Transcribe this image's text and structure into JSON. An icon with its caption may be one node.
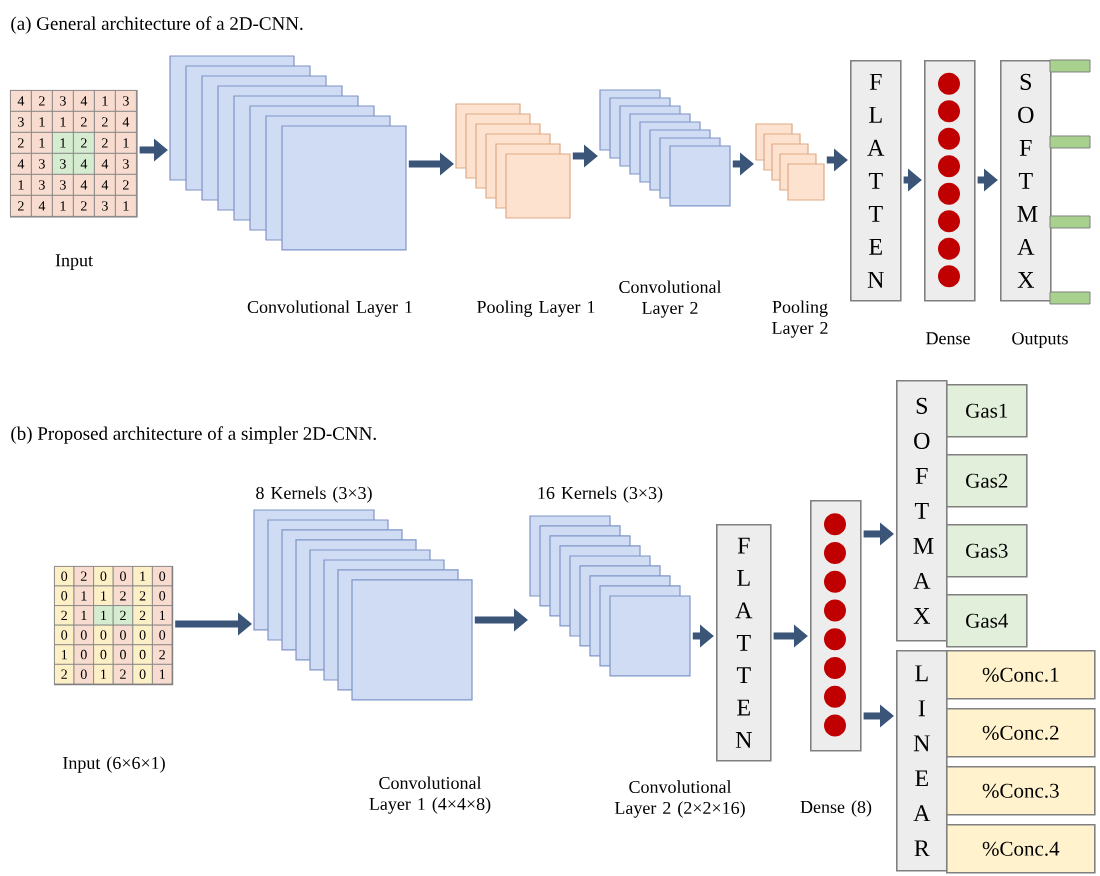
{
  "diagram": {
    "nodes": [
      {
        "text": [],
        "shape": "box",
        "beside": [
          "Input"
        ]
      },
      {
        "text": [],
        "shape": "box",
        "beside": [
          "Convolutional Layer 1"
        ]
      },
      {
        "text": [],
        "shape": "box"
      },
      {
        "text": [],
        "shape": "box"
      },
      {
        "text": [],
        "shape": "box"
      },
      {
        "text": [
          "F L A T T E N"
        ]
      },
      {
        "text": [],
        "shape": "box",
        "beside": [
          "Dense"
        ]
      },
      {
        "text": [
          "S O F T M A X"
        ],
        "beside": [
          "Outputs"
        ]
      },
      {
        "text": [],
        "shape": "box",
        "beside": [
          "Input (6×6×1)"
        ]
      },
      {
        "text": [],
        "shape": "box",
        "beside": [
          "8 Kernels (3×3)"
        ]
      },
      {
        "text": [],
        "shape": "box",
        "beside": [
          "16 Kernels (3×3)"
        ]
      },
      {
        "text": [
          "F L A T T E N"
        ]
      },
      {
        "text": [],
        "shape": "box"
      },
      {
        "text": [
          "S O F T M A X"
        ]
      },
      {
        "text": [
          "Gas1"
        ]
      },
      {
        "text": [
          "Gas2"
        ]
      },
      {
        "text": [
          "Gas3"
        ]
      },
      {
        "text": [
          "Gas4"
        ]
      },
      {
        "text": [
          "L I N E A R"
        ]
      },
      {
        "text": [
          "%Conc.1"
        ]
      },
      {
        "text": [
          "%Conc.2"
        ]
      },
      {
        "text": [
          "%Conc.3"
        ]
      },
      {
        "text": [
          "%Conc.4"
        ]
      }
    ],
    "edges": [
      {
        "from": 0,
        "to": 1,
        "arrow": "to"
      },
      {
        "from": 1,
        "to": 2,
        "arrow": "to"
      },
      {
        "from": 2,
        "to": 3,
        "arrow": "to"
      },
      {
        "from": 3,
        "to": 4,
        "arrow": "to"
      },
      {
        "from": 4,
        "to": 5,
        "arrow": "to"
      },
      {
        "from": 5,
        "to": 6,
        "arrow": "to"
      },
      {
        "from": 6,
        "to": 7,
        "arrow": "to"
      },
      {
        "from": 8,
        "to": 9,
        "arrow": "to"
      },
      {
        "from": 9,
        "to": 10,
        "arrow": "to"
      },
      {
        "from": 10,
        "to": 11,
        "arrow": "to"
      },
      {
        "from": 11,
        "to": 12,
        "arrow": "to"
      },
      {
        "from": 12,
        "to": 13,
        "arrow": "to"
      },
      {
        "from": 12,
        "to": 18,
        "arrow": "to"
      }
    ],
    "labels": [
      "(a) General architecture of a 2D-CNN.",
      "4",
      "2",
      "3",
      "4",
      "1",
      "3",
      "3",
      "1",
      "1",
      "2",
      "2",
      "4",
      "2",
      "1",
      "1",
      "2",
      "2",
      "1",
      "4",
      "3",
      "3",
      "4",
      "4",
      "3",
      "1",
      "3",
      "3",
      "4",
      "4",
      "2",
      "2",
      "4",
      "1",
      "2",
      "3",
      "1",
      "Pooling Layer 1",
      "Convolutional Layer 2",
      "Pooling Layer 2",
      "(b) Proposed architecture of a simpler 2D-CNN.",
      "0",
      "2",
      "0",
      "0",
      "1",
      "0",
      "0",
      "1",
      "1",
      "2",
      "2",
      "0",
      "2",
      "1",
      "1",
      "2",
      "2",
      "1",
      "0",
      "0",
      "0",
      "0",
      "0",
      "0",
      "1",
      "0",
      "0",
      "0",
      "0",
      "2",
      "2",
      "0",
      "1",
      "2",
      "0",
      "1",
      "Convolutional Layer 1 (4×4×8)",
      "Convolutional Layer 2 (2×2×16)",
      "Dense (8)"
    ]
  }
}
